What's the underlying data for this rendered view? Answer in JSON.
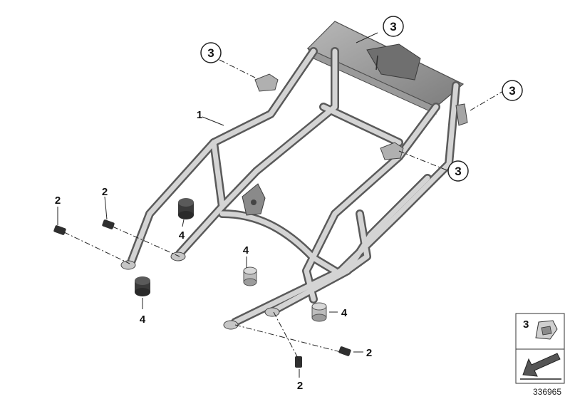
{
  "parts": {
    "frame": "1",
    "screw": "2",
    "clip_nut": "3",
    "rubber_buffer": "4"
  },
  "legend": {
    "part_number": "3"
  },
  "diagram_id": "336965",
  "colors": {
    "tube_fill": "#cfcfcf",
    "tube_stroke": "#5a5a5a",
    "line": "#222222"
  }
}
